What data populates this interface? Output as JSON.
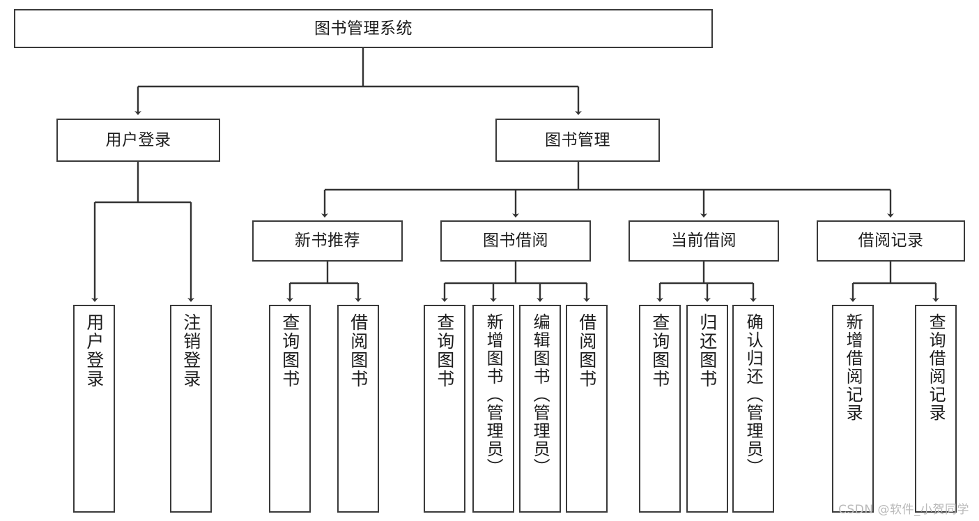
{
  "diagram": {
    "title": "图书管理系统",
    "type": "tree",
    "orientation": "top-down",
    "colors": {
      "node_border": "#3a3a3a",
      "node_fill": "#ffffff",
      "edge": "#333333",
      "text": "#1c1c1c",
      "watermark": "#b9b9b9",
      "background": "#ffffff"
    },
    "levels": [
      {
        "level": 1,
        "nodes": [
          {
            "id": "root",
            "label": "图书管理系统",
            "orientation": "horizontal"
          }
        ]
      },
      {
        "level": 2,
        "nodes": [
          {
            "id": "login",
            "label": "用户登录",
            "orientation": "horizontal",
            "parent": "root"
          },
          {
            "id": "bookmgmt",
            "label": "图书管理",
            "orientation": "horizontal",
            "parent": "root"
          }
        ]
      },
      {
        "level": 3,
        "nodes": [
          {
            "id": "newbook",
            "label": "新书推荐",
            "orientation": "horizontal",
            "parent": "bookmgmt"
          },
          {
            "id": "borrow",
            "label": "图书借阅",
            "orientation": "horizontal",
            "parent": "bookmgmt"
          },
          {
            "id": "current",
            "label": "当前借阅",
            "orientation": "horizontal",
            "parent": "bookmgmt"
          },
          {
            "id": "records",
            "label": "借阅记录",
            "orientation": "horizontal",
            "parent": "bookmgmt"
          }
        ]
      },
      {
        "level": 4,
        "nodes": [
          {
            "id": "leaf-user-login",
            "label": "用户登录",
            "orientation": "vertical",
            "parent": "login"
          },
          {
            "id": "leaf-user-logout",
            "label": "注销登录",
            "orientation": "vertical",
            "parent": "login"
          },
          {
            "id": "leaf-new-query",
            "label": "查询图书",
            "orientation": "vertical",
            "parent": "newbook"
          },
          {
            "id": "leaf-new-borrow",
            "label": "借阅图书",
            "orientation": "vertical",
            "parent": "newbook"
          },
          {
            "id": "leaf-borrow-query",
            "label": "查询图书",
            "orientation": "vertical",
            "parent": "borrow"
          },
          {
            "id": "leaf-borrow-add",
            "label": "新增图书（管理员）",
            "orientation": "vertical",
            "parent": "borrow"
          },
          {
            "id": "leaf-borrow-edit",
            "label": "编辑图书（管理员）",
            "orientation": "vertical",
            "parent": "borrow"
          },
          {
            "id": "leaf-borrow-lend",
            "label": "借阅图书",
            "orientation": "vertical",
            "parent": "borrow"
          },
          {
            "id": "leaf-current-query",
            "label": "查询图书",
            "orientation": "vertical",
            "parent": "current"
          },
          {
            "id": "leaf-current-return",
            "label": "归还图书",
            "orientation": "vertical",
            "parent": "current"
          },
          {
            "id": "leaf-current-confirm",
            "label": "确认归还（管理员）",
            "orientation": "vertical",
            "parent": "current"
          },
          {
            "id": "leaf-record-add",
            "label": "新增借阅记录",
            "orientation": "vertical",
            "parent": "records"
          },
          {
            "id": "leaf-record-query",
            "label": "查询借阅记录",
            "orientation": "vertical",
            "parent": "records"
          }
        ]
      }
    ]
  },
  "watermark": {
    "text": "CSDN @软件_小贺同学"
  }
}
